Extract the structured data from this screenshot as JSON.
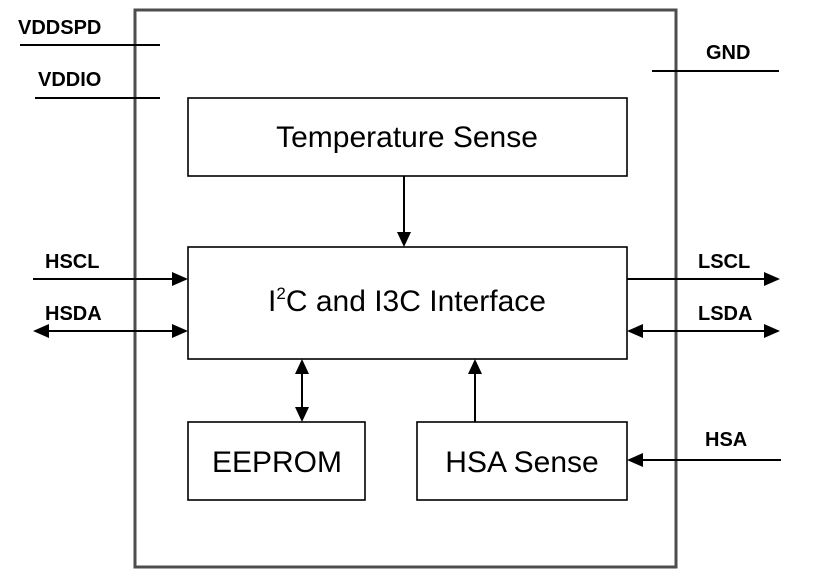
{
  "pins": {
    "vddspd": "VDDSPD",
    "vddio": "VDDIO",
    "gnd": "GND",
    "hscl": "HSCL",
    "hsda": "HSDA",
    "lscl": "LSCL",
    "lsda": "LSDA",
    "hsa": "HSA"
  },
  "blocks": {
    "temperature_sense": "Temperature Sense",
    "interface": {
      "prefix": "I",
      "superscript": "2",
      "rest": "C and I3C Interface"
    },
    "eeprom": "EEPROM",
    "hsa_sense": "HSA Sense"
  },
  "connections": [
    {
      "from": "HSCL",
      "to": "I2C and I3C Interface",
      "direction": "in"
    },
    {
      "from": "HSDA",
      "to": "I2C and I3C Interface",
      "direction": "bidirectional"
    },
    {
      "from": "I2C and I3C Interface",
      "to": "LSCL",
      "direction": "out"
    },
    {
      "from": "LSDA",
      "to": "I2C and I3C Interface",
      "direction": "bidirectional"
    },
    {
      "from": "HSA",
      "to": "HSA Sense",
      "direction": "in"
    },
    {
      "from": "Temperature Sense",
      "to": "I2C and I3C Interface",
      "direction": "in"
    },
    {
      "from": "EEPROM",
      "to": "I2C and I3C Interface",
      "direction": "bidirectional"
    },
    {
      "from": "HSA Sense",
      "to": "I2C and I3C Interface",
      "direction": "in"
    }
  ]
}
